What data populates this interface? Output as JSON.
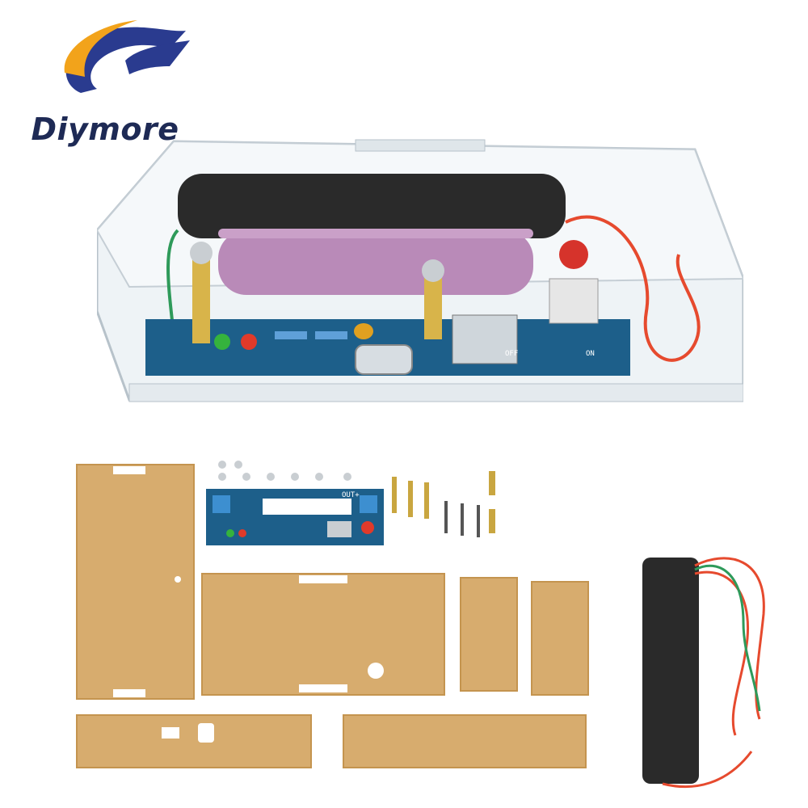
{
  "brand": {
    "name": "Diymore",
    "logo_icon": "diymore-swoosh-logo",
    "colors": {
      "navy": "#2a3b8f",
      "orange": "#f2a31b"
    }
  },
  "product": {
    "pcb_labels": {
      "out_plus": "OUT+",
      "off": "OFF",
      "on": "ON"
    }
  },
  "colors": {
    "acrylic": "#eef3f6",
    "acrylic_edge": "#b7c2ca",
    "mdf": "#d7ac6e",
    "mdf_edge": "#c4944f",
    "battery": "#b98ab8",
    "coil": "#2a2a2a",
    "pcb": "#1d5f8a",
    "wire_red": "#e64a2e",
    "wire_green": "#2e9a5a"
  }
}
